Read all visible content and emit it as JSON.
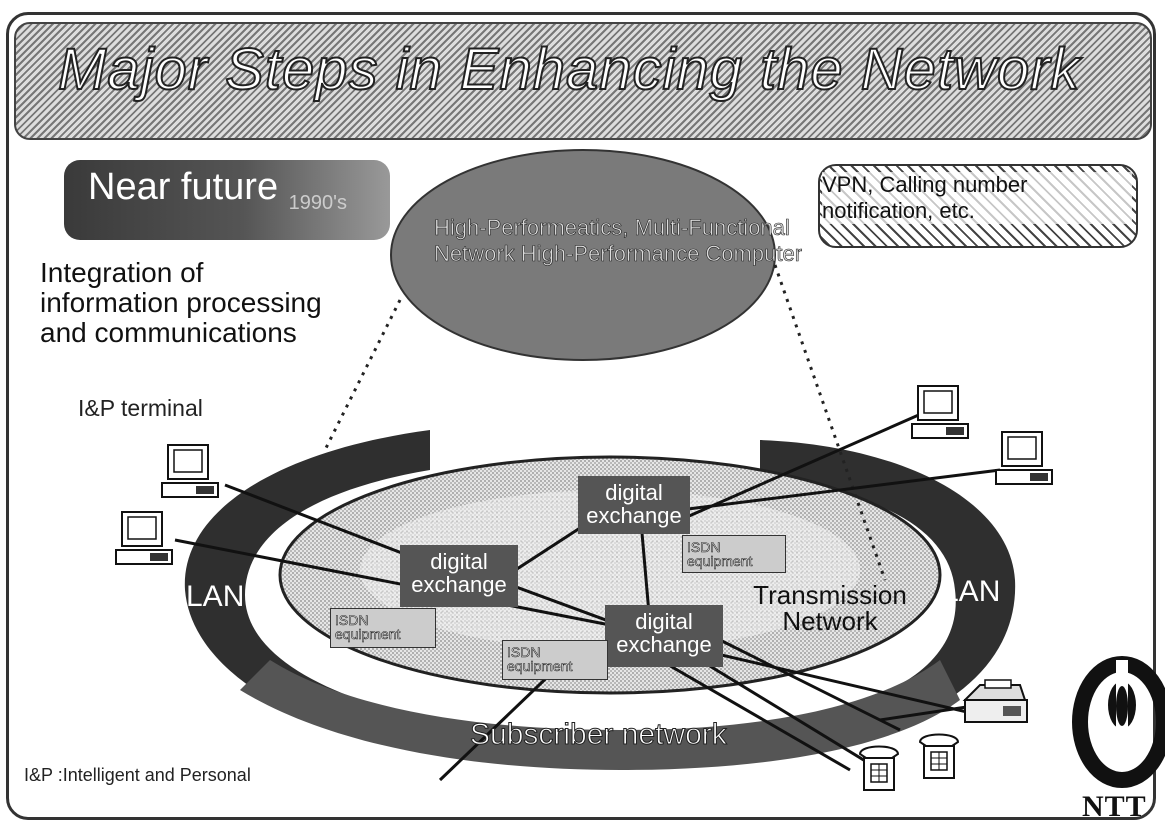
{
  "title": "Major Steps in Enhancing the Network",
  "near_future": {
    "label": "Near future",
    "suffix": "1990's"
  },
  "vpn_note": "VPN, Calling number notification, etc.",
  "central_node": "High-Performeatics, Multi-Functional Network High-Performance Computer",
  "integration_text": "Integration of\ninformation processing\nand communications",
  "ip_terminal_label": "I&P terminal",
  "lan_left": "LAN",
  "lan_right": "LAN",
  "digital_exchanges": [
    "digital\nexchange",
    "digital\nexchange",
    "digital\nexchange"
  ],
  "isdn_equipment": [
    "ISDN\nequipment",
    "ISDN\nequipment",
    "ISDN\nequipment"
  ],
  "transmission_network": "Transmission\nNetwork",
  "subscriber_network": "Subscriber network",
  "footnote": "I&P :Intelligent and Personal",
  "logo_text": "NTT",
  "icons": [
    "computer-icon",
    "telephone-icon",
    "fax-icon",
    "ntt-logo-icon"
  ],
  "colors": {
    "dark": "#333333",
    "mid": "#777777",
    "light": "#d9d9d9"
  }
}
